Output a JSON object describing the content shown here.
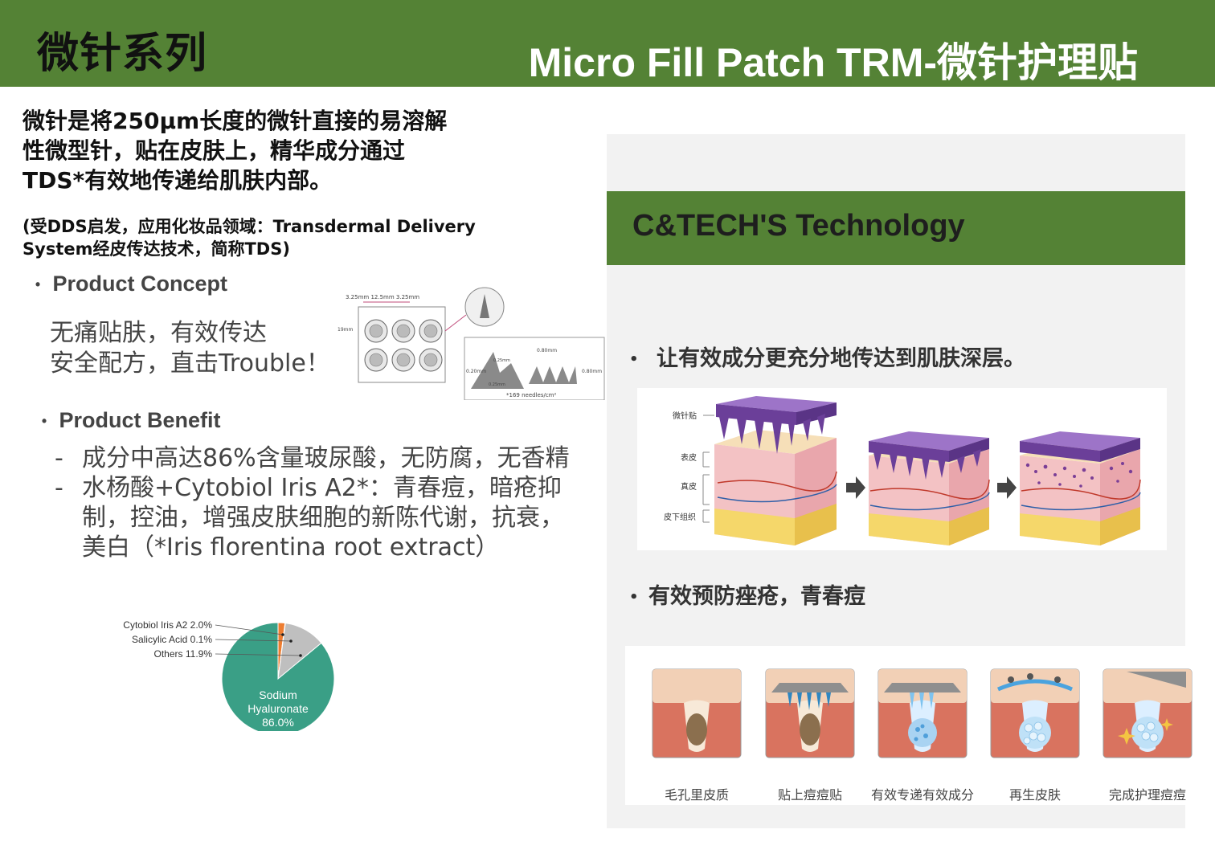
{
  "header": {
    "left_title": "微针系列",
    "right_title": "Micro Fill Patch TRM-微针护理贴",
    "bg_color": "#548235"
  },
  "intro": {
    "main_lines": [
      "微针是将250µm长度的微针直接的易溶解",
      "性微型针，贴在皮肤上，精华成分通过",
      "TDS*有效地传递给肌肤内部。"
    ],
    "note_lines": [
      "(受DDS启发，应用化妆品领域：Transdermal Delivery",
      "System经皮传达技术，简称TDS)"
    ]
  },
  "concept": {
    "title": "Product Concept",
    "lines": [
      "无痛贴肤，有效传达",
      "安全配方，直击Trouble！"
    ]
  },
  "benefit": {
    "title": "Product Benefit",
    "items": [
      "成分中高达86%含量玻尿酸，无防腐，无香精",
      "水杨酸+Cytobiol Iris A2*：青春痘，暗疮抑制，控油，增强皮肤细胞的新陈代谢，抗衰，美白（*Iris florentina root extract）"
    ]
  },
  "needle_diagram": {
    "dims_top": "3.25mm 12.5mm 3.25mm",
    "dim_side": "19mm",
    "dim_a": "0.80mm",
    "dim_b": "0.20mm",
    "dim_c": "0.80mm",
    "dim_d": "0.25mm",
    "dim_e": "0.25mm",
    "density": "*169 needles/cm²"
  },
  "pie": {
    "labels": [
      "Cytobiol Iris A2 2.0%",
      "Salicylic Acid 0.1%",
      "Others 11.9%"
    ],
    "main_label": [
      "Sodium",
      "Hyaluronate",
      "86.0%"
    ],
    "values": [
      2.0,
      0.1,
      11.9,
      86.0
    ],
    "colors": [
      "#ed7d31",
      "#4472c4",
      "#bfbfbf",
      "#3a9f86"
    ]
  },
  "tech": {
    "title": "C&TECH'S Technology",
    "bullet1": "让有效成分更充分地传达到肌肤深层。",
    "bullet2": "有效预防痤疮，青春痘",
    "skin_labels": [
      "微针贴",
      "表皮",
      "真皮",
      "皮下组织"
    ],
    "acne_steps": [
      "毛孔里皮质",
      "贴上痘痘贴",
      "有效专递有效成分",
      "再生皮肤",
      "完成护理痘痘"
    ]
  }
}
